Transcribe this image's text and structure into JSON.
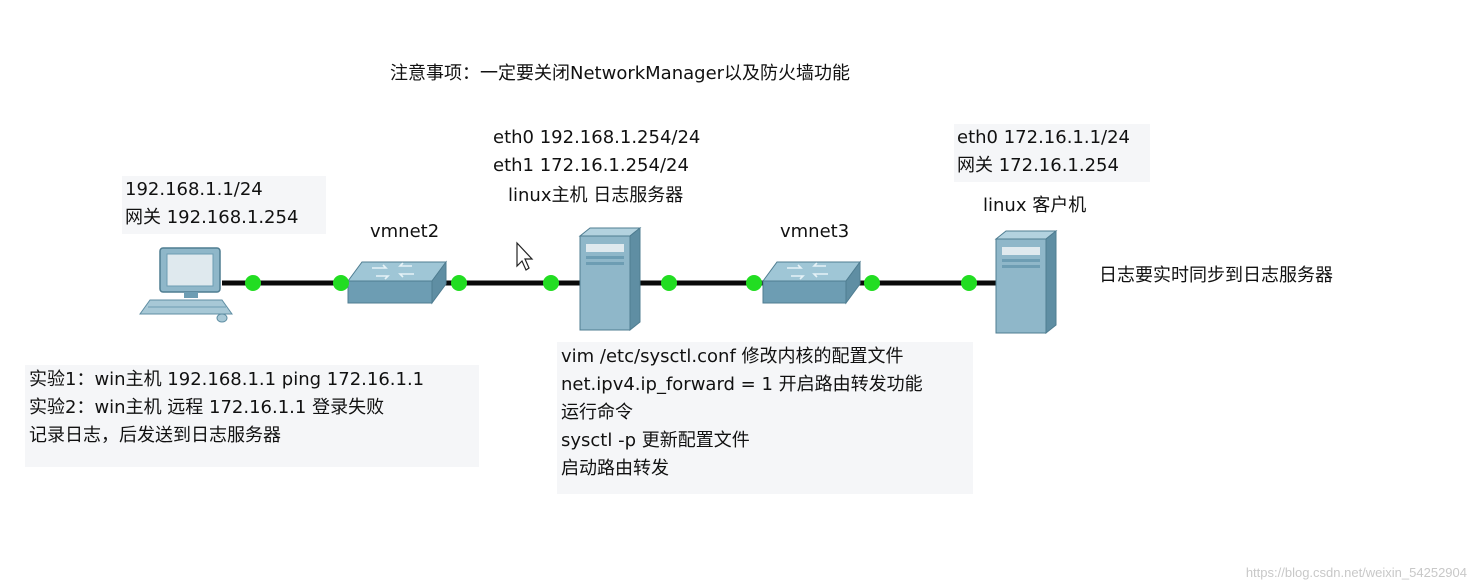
{
  "notice": "注意事项：一定要关闭NetworkManager以及防火墙功能",
  "win_host": {
    "ip": "192.168.1.1/24",
    "gateway": "网关 192.168.1.254"
  },
  "vmnet2": {
    "label": "vmnet2"
  },
  "linux_server": {
    "eth0": "eth0 192.168.1.254/24",
    "eth1": "eth1 172.16.1.254/24",
    "name": "linux主机 日志服务器"
  },
  "vmnet3": {
    "label": "vmnet3"
  },
  "linux_client": {
    "eth0": "eth0 172.16.1.1/24",
    "gateway": "网关 172.16.1.254",
    "name": "linux 客户机"
  },
  "sync_note": "日志要实时同步到日志服务器",
  "experiments": [
    "实验1：win主机 192.168.1.1  ping  172.16.1.1",
    "实验2：win主机 远程 172.16.1.1 登录失败",
    "记录日志，后发送到日志服务器"
  ],
  "server_config": [
    "vim /etc/sysctl.conf 修改内核的配置文件",
    "net.ipv4.ip_forward = 1 开启路由转发功能",
    "运行命令",
    "sysctl -p 更新配置文件",
    "启动路由转发"
  ],
  "watermark": "https://blog.csdn.net/weixin_54252904",
  "colors": {
    "link": "#0a0a0a",
    "port": "#22dd22",
    "switch_top": "#9fc6d6",
    "switch_side": "#6d9db3",
    "server_front": "#8fb7c9",
    "server_side": "#5f8ea3",
    "panel_bg": "#f5f6f8"
  }
}
